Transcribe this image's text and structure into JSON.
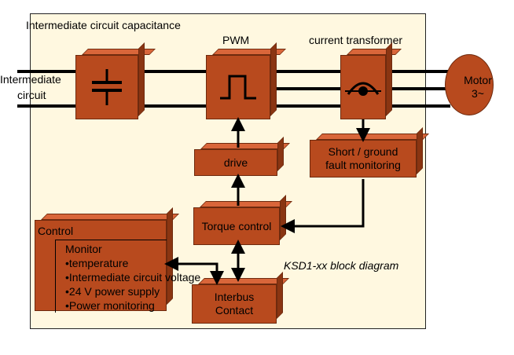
{
  "labels": {
    "capacitance_title": "Intermediate circuit capacitance",
    "pwm_title": "PWM",
    "ct_title": "current transformer",
    "intermediate_line1": "Intermediate",
    "intermediate_line2": "circuit",
    "diagram_caption": "KSD1-xx block diagram"
  },
  "motor": {
    "line1": "Motor",
    "line2": "3~"
  },
  "blocks": {
    "drive": "drive",
    "short_line1": "Short / ground",
    "short_line2": "fault monitoring",
    "torque": "Torque control",
    "interbus_line1": "Interbus",
    "interbus_line2": "Contact"
  },
  "control": {
    "title": "Control",
    "monitor_header": "Monitor",
    "items": [
      "•temperature",
      "•Intermediate circuit voltage",
      "•24 V power supply",
      "•Power monitoring"
    ]
  },
  "icons": {
    "capacitor": "capacitor-icon",
    "pwm": "pwm-pulse-icon",
    "transformer": "current-transformer-icon"
  },
  "colors": {
    "block_face": "#b84a1e",
    "block_top": "#d9663a",
    "block_side": "#8a3512",
    "background": "#fff8e0"
  }
}
